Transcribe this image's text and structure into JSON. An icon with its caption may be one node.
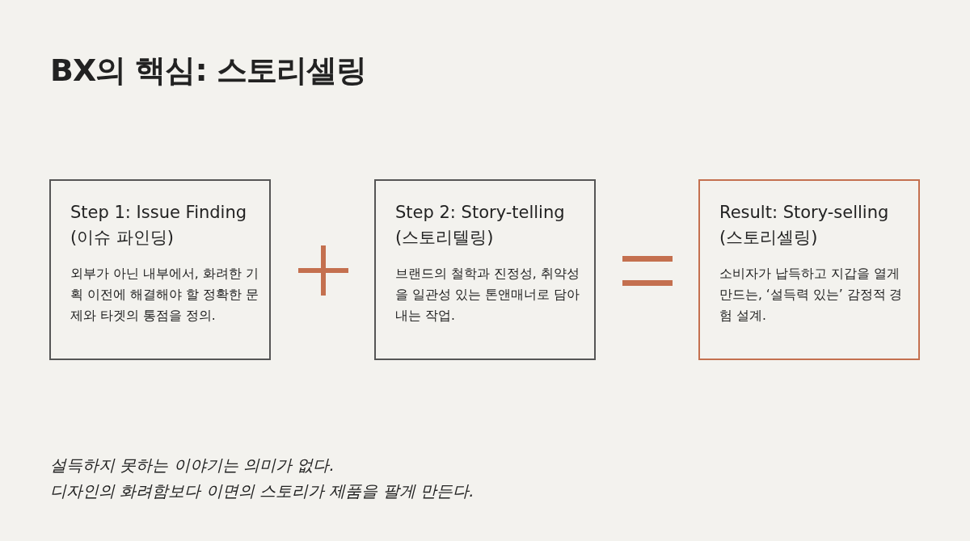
{
  "diagram": {
    "title": "BX의 핵심: 스토리셀링",
    "nodes": [
      {
        "text": [
          "Step 1: Issue Finding (이슈 파인딩)",
          "외부가 아닌 내부에서, 화려한 기획 이전에 해결해야 할 정확한 문제와 타겟의 통점을 정의."
        ]
      },
      {
        "text": [
          "Step 2: Story-telling (스토리텔링)",
          "브랜드의 철학과 진정성, 취약성을 일관성 있는 톤앤매너로 담아내는 작업."
        ]
      },
      {
        "text": [
          "Result: Story-selling (스토리셀링)",
          "소비자가 납득하고 지갑을 열게 만드는, ‘설득력 있는’ 감정적 경험 설계."
        ]
      }
    ],
    "labels": [
      "설득하지 못하는 이야기는 의미가 없다.",
      "디자인의 화려함보다 이면의 스토리가 제품을 팔게 만든다."
    ]
  }
}
